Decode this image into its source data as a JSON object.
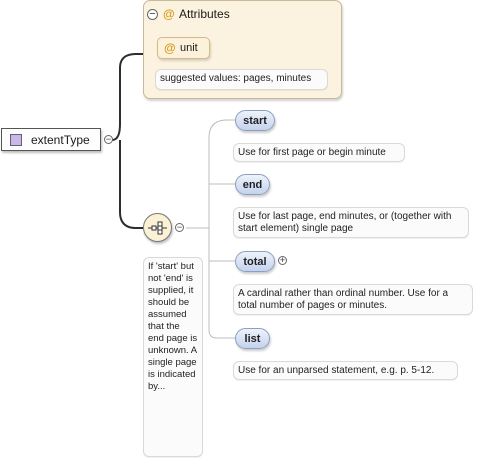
{
  "attributes": {
    "header": "Attributes",
    "unit": {
      "name": "unit",
      "note": "suggested values: pages, minutes"
    }
  },
  "root": {
    "name": "extentType"
  },
  "sequence": {
    "note": "If 'start' but not 'end' is supplied, it should be assumed that the end page is unknown. A single page is indicated by..."
  },
  "elements": [
    {
      "name": "start",
      "doc": "Use for first page or begin minute"
    },
    {
      "name": "end",
      "doc": "Use for last page, end minutes, or (together with start element) single page"
    },
    {
      "name": "total",
      "doc": "A cardinal rather than ordinal number. Use for a total number of pages or minutes."
    },
    {
      "name": "list",
      "doc": "Use for an unparsed statement, e.g. p. 5-12."
    }
  ],
  "symbols": {
    "collapse": "−",
    "expand": "+",
    "attribute": "@"
  }
}
